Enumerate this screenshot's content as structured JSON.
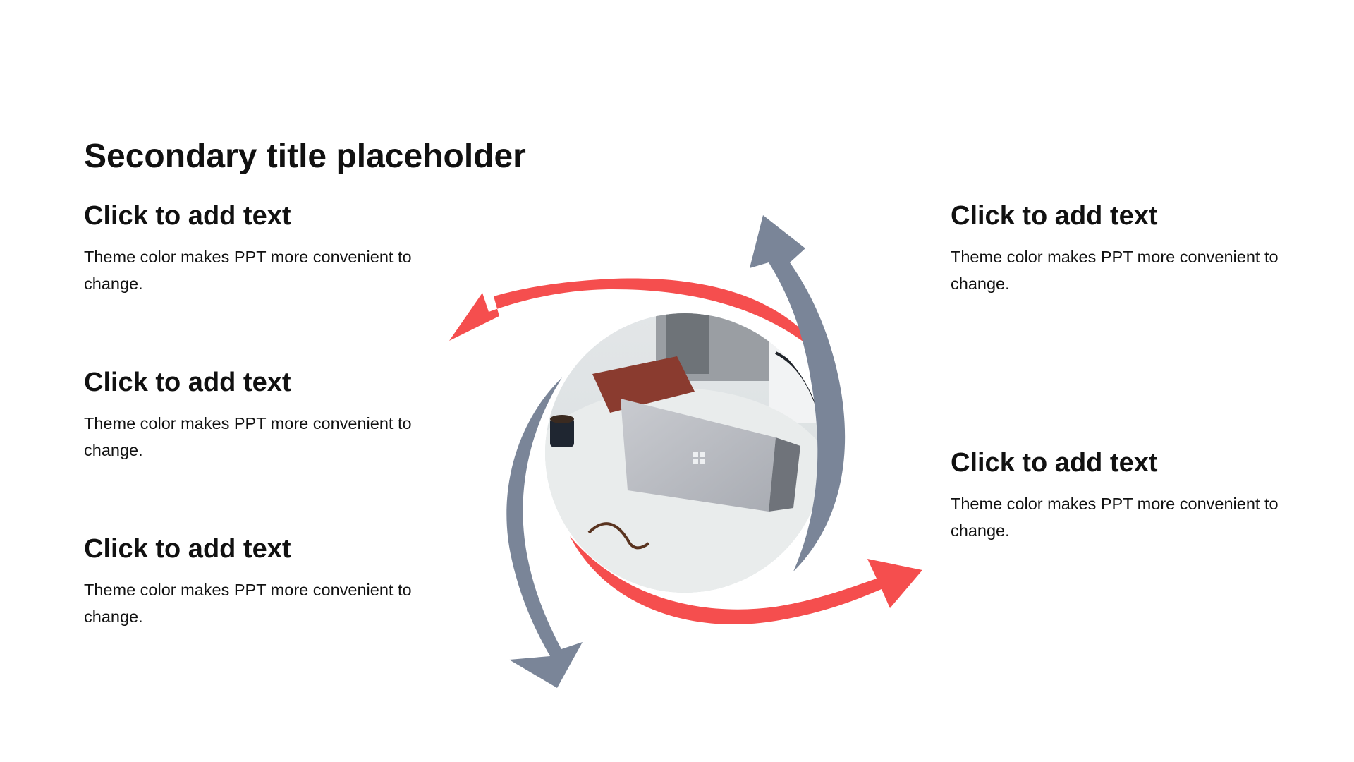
{
  "title": "Secondary title placeholder",
  "blocks": [
    {
      "heading": "Click to add text",
      "body": "Theme color makes PPT more convenient to change."
    },
    {
      "heading": "Click to add text",
      "body": "Theme color makes PPT more convenient to change."
    },
    {
      "heading": "Click to add text",
      "body": "Theme color makes PPT more convenient to change."
    },
    {
      "heading": "Click to add text",
      "body": "Theme color makes PPT more convenient to change."
    },
    {
      "heading": "Click to add text",
      "body": "Theme color makes PPT more convenient to change."
    }
  ],
  "colors": {
    "accent_red": "#F54E4E",
    "accent_slate": "#7A8598"
  }
}
